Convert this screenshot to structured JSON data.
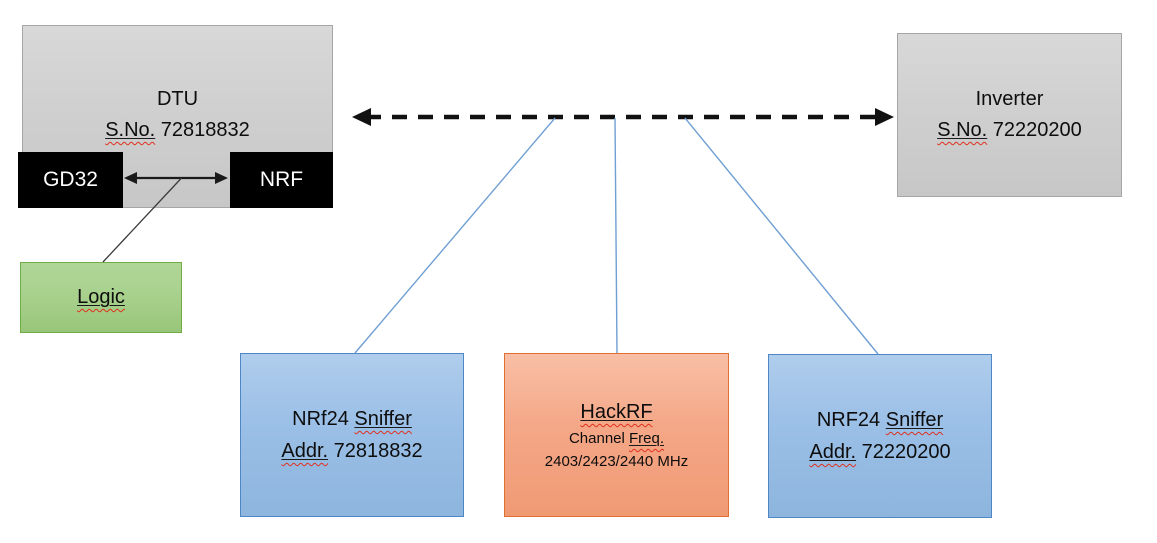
{
  "diagram": {
    "dtu": {
      "title": "DTU",
      "serial_label": "S.No.",
      "serial_number": "72818832",
      "chip_left": "GD32",
      "chip_right": "NRF"
    },
    "logic": {
      "label": "Logic"
    },
    "inverter": {
      "title": "Inverter",
      "serial_label": "S.No.",
      "serial_number": "72220200"
    },
    "sniffer_left": {
      "title_prefix": "NRf24",
      "title_underlined": "Sniffer",
      "addr_label": "Addr.",
      "addr_number": "72818832"
    },
    "hackrf": {
      "title": "HackRF",
      "freq_prefix": "Channel",
      "freq_label": "Freq.",
      "freq_values": "2403/2423/2440 MHz"
    },
    "sniffer_right": {
      "title_prefix": "NRF24",
      "title_underlined": "Sniffer",
      "addr_label": "Addr.",
      "addr_number": "72220200"
    },
    "colors": {
      "gray_fill": "#d2d2d2",
      "gray_border": "#a6a6a6",
      "blue_fill": "#9cc0e7",
      "blue_border": "#4e87c6",
      "orange_fill": "#f4a787",
      "orange_border": "#df7030",
      "green_fill": "#a9d18e",
      "green_border": "#70ad47",
      "chip_fill": "#000000",
      "chip_text": "#ffffff",
      "connector_blue": "#6f9fd3",
      "arrow_black": "#111111",
      "squiggle_red": "#e0301e"
    }
  }
}
